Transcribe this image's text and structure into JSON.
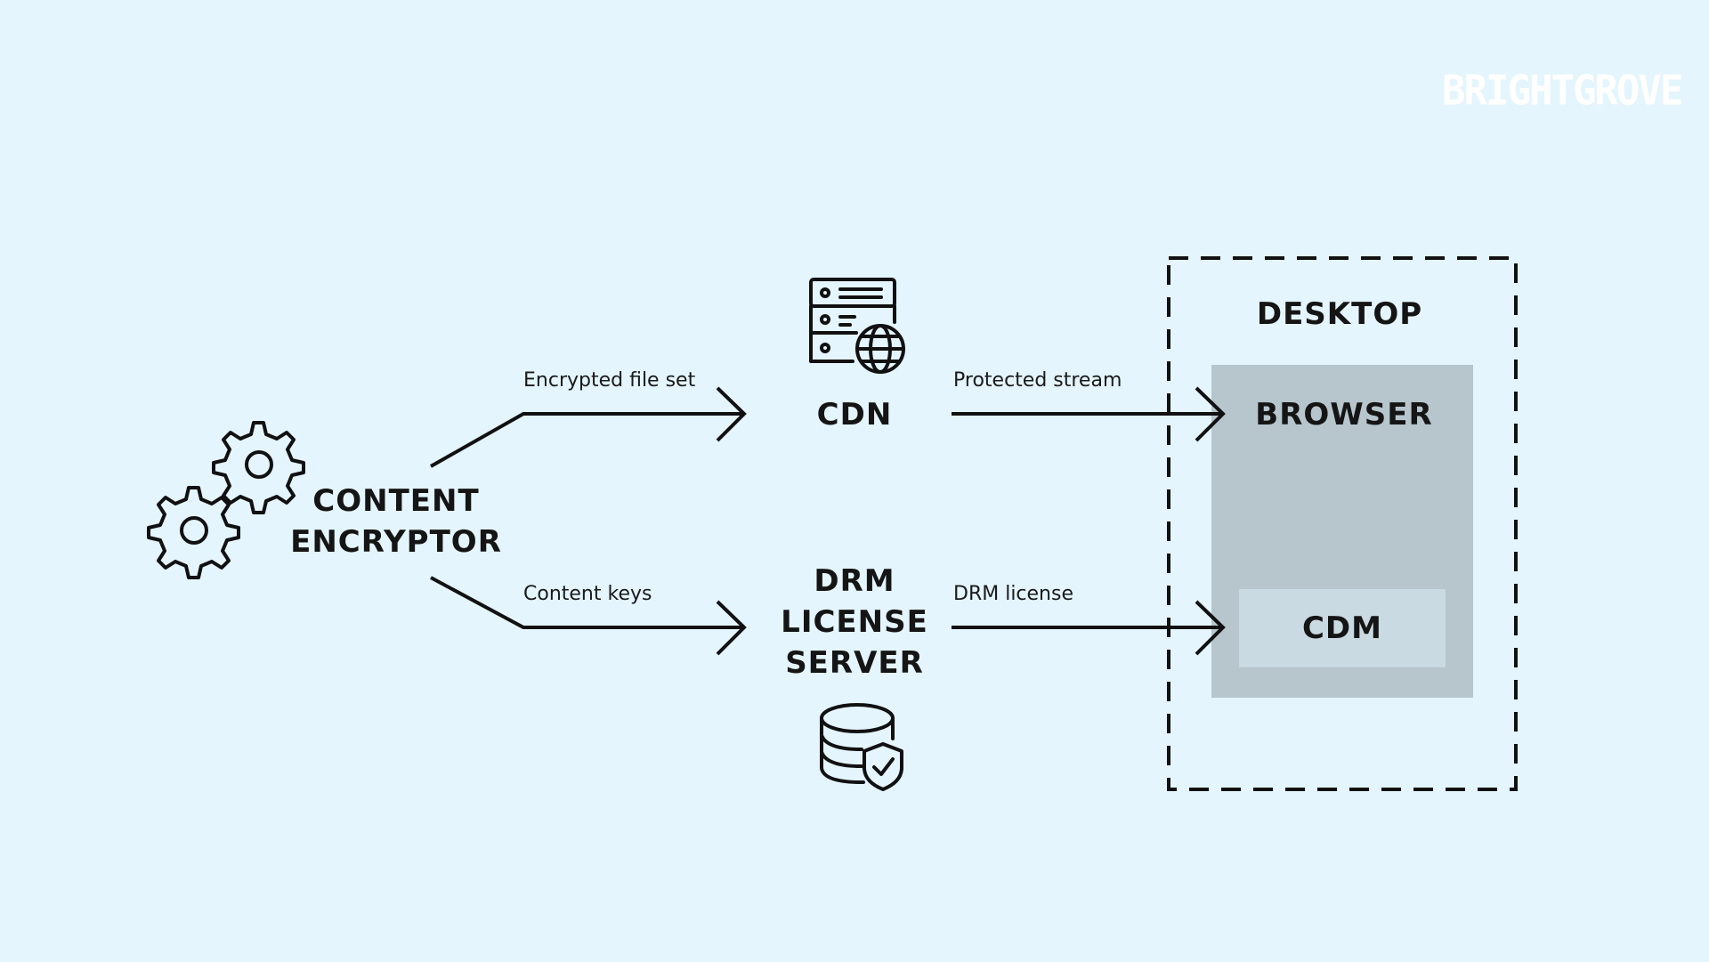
{
  "logo": {
    "text": "BRIGHTGROVE"
  },
  "nodes": {
    "content_encryptor": {
      "line1": "CONTENT",
      "line2": "ENCRYPTOR",
      "icon": "gears-icon"
    },
    "cdn": {
      "title": "CDN",
      "icon": "server-globe-icon"
    },
    "drm_license_server": {
      "line1": "DRM",
      "line2": "LICENSE",
      "line3": "SERVER",
      "icon": "database-shield-icon"
    },
    "desktop": {
      "title": "DESKTOP"
    },
    "browser": {
      "title": "BROWSER"
    },
    "cdm": {
      "title": "CDM"
    }
  },
  "edges": {
    "encrypted_file_set": "Encrypted file set",
    "content_keys": "Content keys",
    "protected_stream": "Protected stream",
    "drm_license": "DRM license"
  },
  "colors": {
    "background": "#e4f5fd",
    "stroke": "#111111",
    "browser_fill": "#b7c6cd",
    "cdm_fill": "#c9dae2",
    "logo": "#ffffff"
  }
}
